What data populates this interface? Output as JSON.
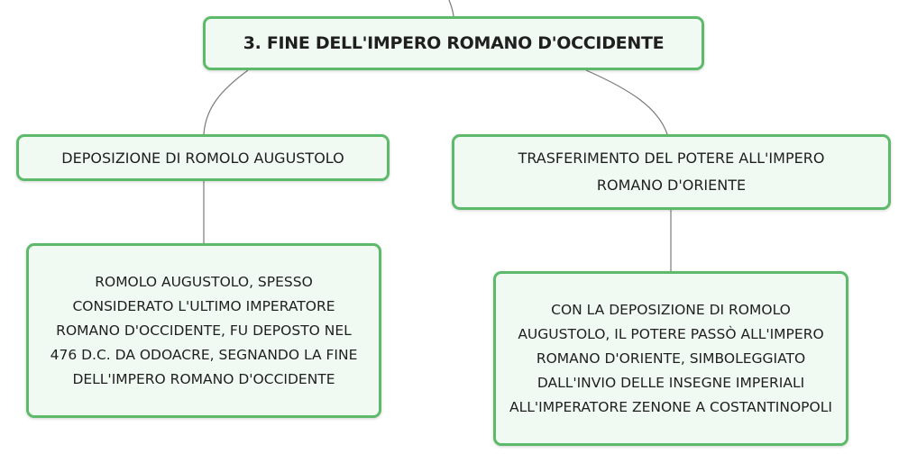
{
  "root": {
    "label": "3. FINE DELL'IMPERO ROMANO D'OCCIDENTE"
  },
  "branches": [
    {
      "label": "DEPOSIZIONE DI ROMOLO AUGUSTOLO",
      "detail": "ROMOLO AUGUSTOLO, SPESSO CONSIDERATO L'ULTIMO IMPERATORE ROMANO D'OCCIDENTE, FU DEPOSTO NEL 476 D.C. DA ODOACRE, SEGNANDO LA FINE DELL'IMPERO ROMANO D'OCCIDENTE"
    },
    {
      "label": "TRASFERIMENTO DEL POTERE ALL'IMPERO ROMANO D'ORIENTE",
      "detail": "CON LA DEPOSIZIONE DI ROMOLO AUGUSTOLO, IL POTERE PASSÒ ALL'IMPERO ROMANO D'ORIENTE, SIMBOLEGGIATO DALL'INVIO DELLE INSEGNE IMPERIALI ALL'IMPERATORE ZENONE A COSTANTINOPOLI"
    }
  ],
  "colors": {
    "node_border": "#5dba6a",
    "node_fill": "#f1faf2",
    "connector": "#7a7a7a"
  }
}
